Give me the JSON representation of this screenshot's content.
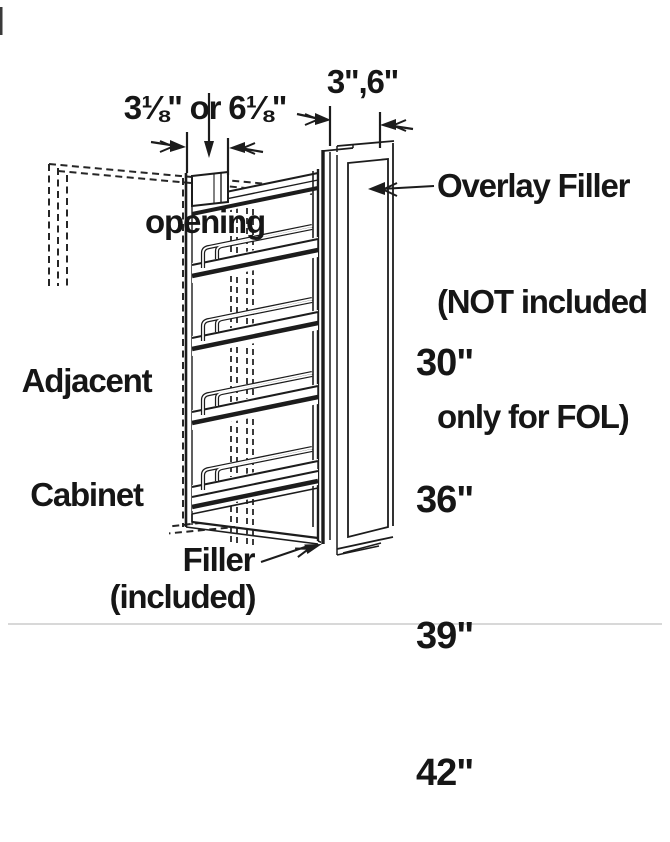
{
  "diagram": {
    "colors": {
      "line": "#1c1c1c",
      "dashed_line": "#262626",
      "background": "#ffffff"
    },
    "labels": {
      "opening_dimension": {
        "value": "3⅛\" or 6⅛\"",
        "caption": "opening"
      },
      "filler_width_dimension": "3\",6\"",
      "overlay_filler_note": [
        "Overlay Filler",
        "(NOT included",
        "only for FOL)"
      ],
      "available_heights": [
        "30\"",
        "36\"",
        "39\"",
        "42\""
      ],
      "adjacent_cabinet": [
        "Adjacent",
        "Cabinet"
      ],
      "filler_note": [
        "Filler",
        "(included)"
      ]
    }
  }
}
